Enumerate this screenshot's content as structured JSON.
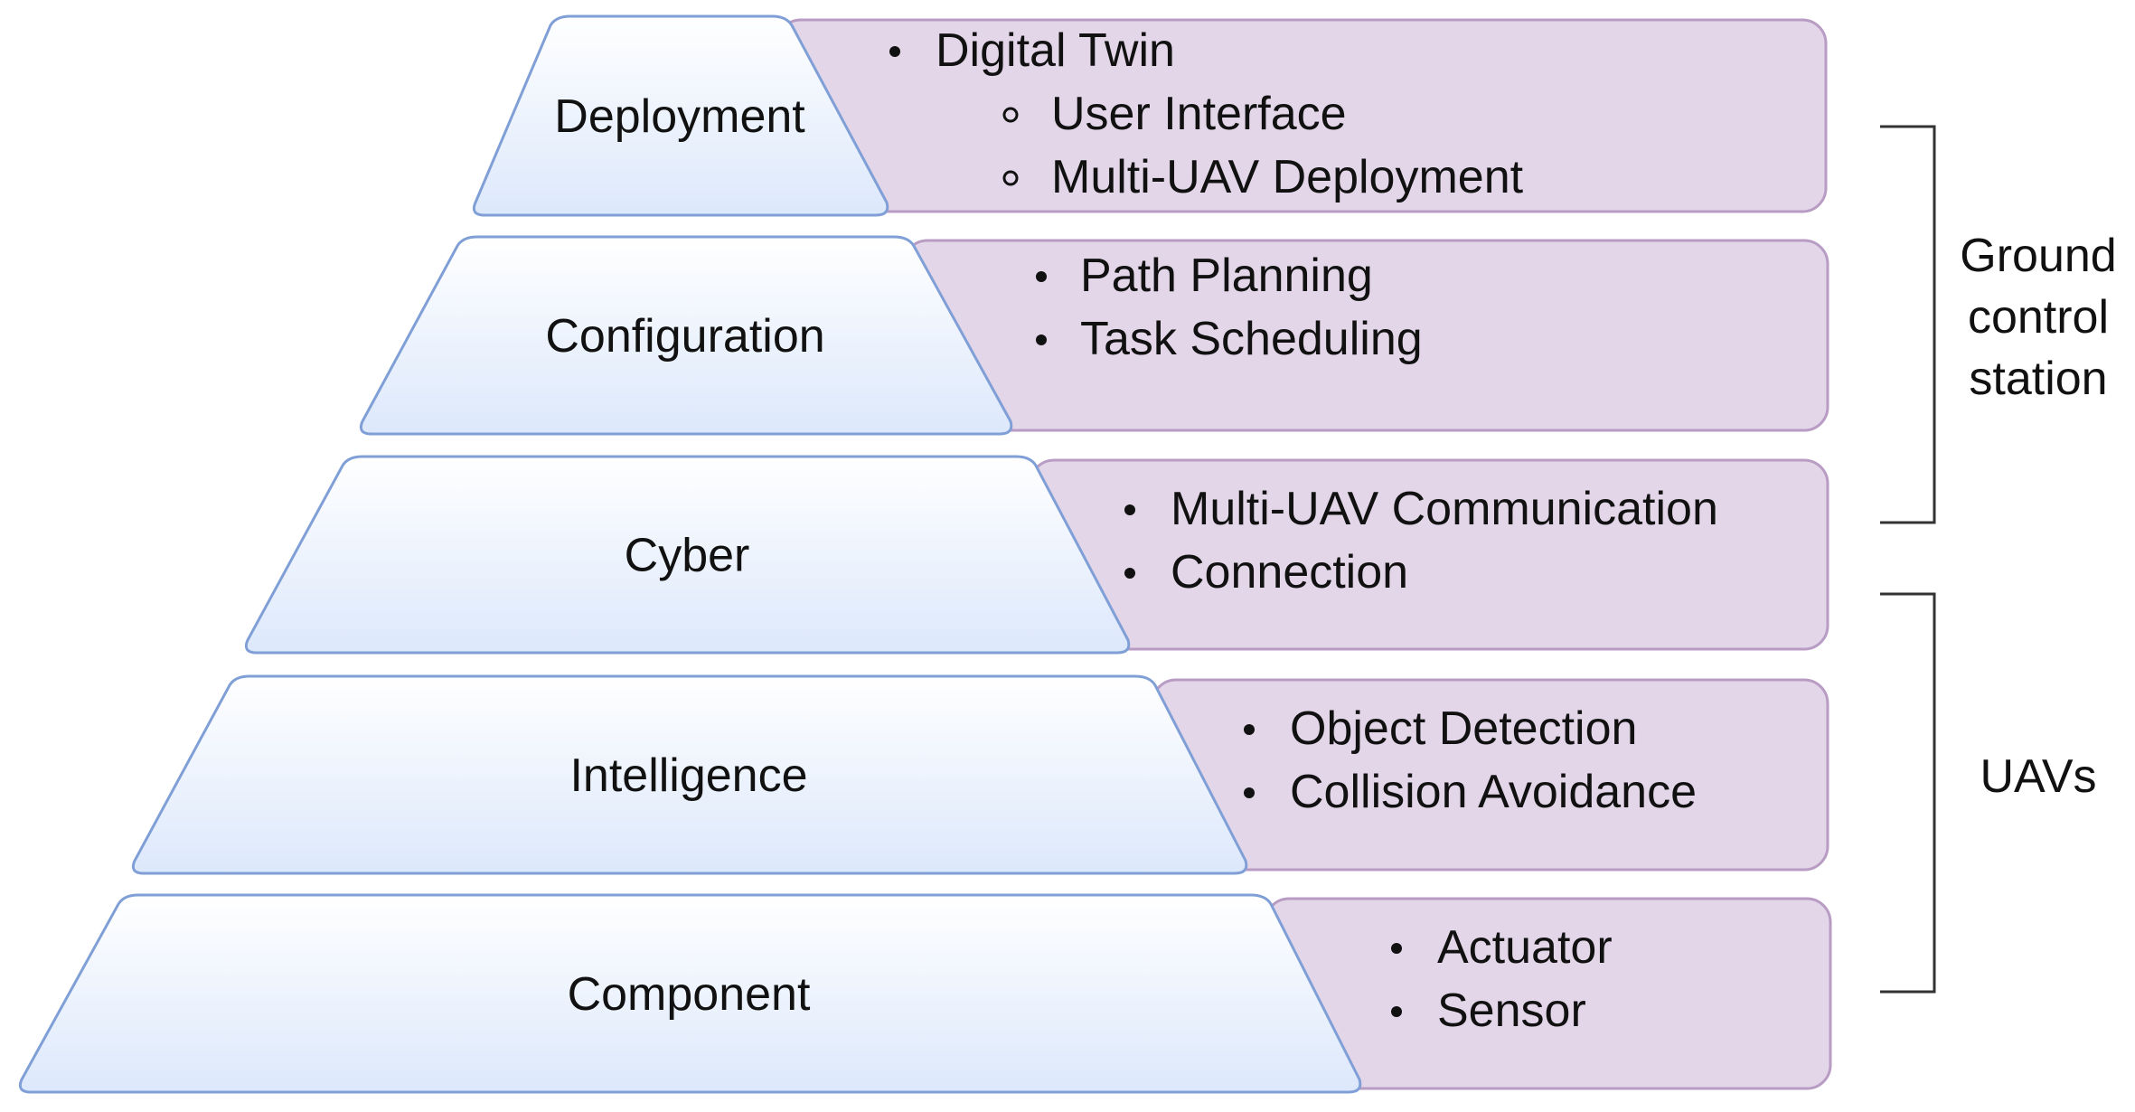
{
  "colors": {
    "trapezoid_top": "#ffffff",
    "trapezoid_bottom": "#dce8fb",
    "trapezoid_stroke": "#7f9fd6",
    "box_fill": "#e3d6e8",
    "box_stroke": "#b89cc4",
    "bracket": "#333333",
    "text": "#111111"
  },
  "layers": [
    {
      "label": "Deployment",
      "items": [
        {
          "text": "Digital Twin",
          "level": 1
        },
        {
          "text": "User Interface",
          "level": 2
        },
        {
          "text": "Multi-UAV Deployment",
          "level": 2
        }
      ]
    },
    {
      "label": "Configuration",
      "items": [
        {
          "text": "Path Planning",
          "level": 1
        },
        {
          "text": "Task Scheduling",
          "level": 1
        }
      ]
    },
    {
      "label": "Cyber",
      "items": [
        {
          "text": "Multi-UAV Communication",
          "level": 1
        },
        {
          "text": "Connection",
          "level": 1
        }
      ]
    },
    {
      "label": "Intelligence",
      "items": [
        {
          "text": "Object Detection",
          "level": 1
        },
        {
          "text": "Collision Avoidance",
          "level": 1
        }
      ]
    },
    {
      "label": "Component",
      "items": [
        {
          "text": "Actuator",
          "level": 1
        },
        {
          "text": "Sensor",
          "level": 1
        }
      ]
    }
  ],
  "brackets": [
    {
      "label_lines": [
        "Ground",
        "control",
        "station"
      ]
    },
    {
      "label_lines": [
        "UAVs"
      ]
    }
  ]
}
